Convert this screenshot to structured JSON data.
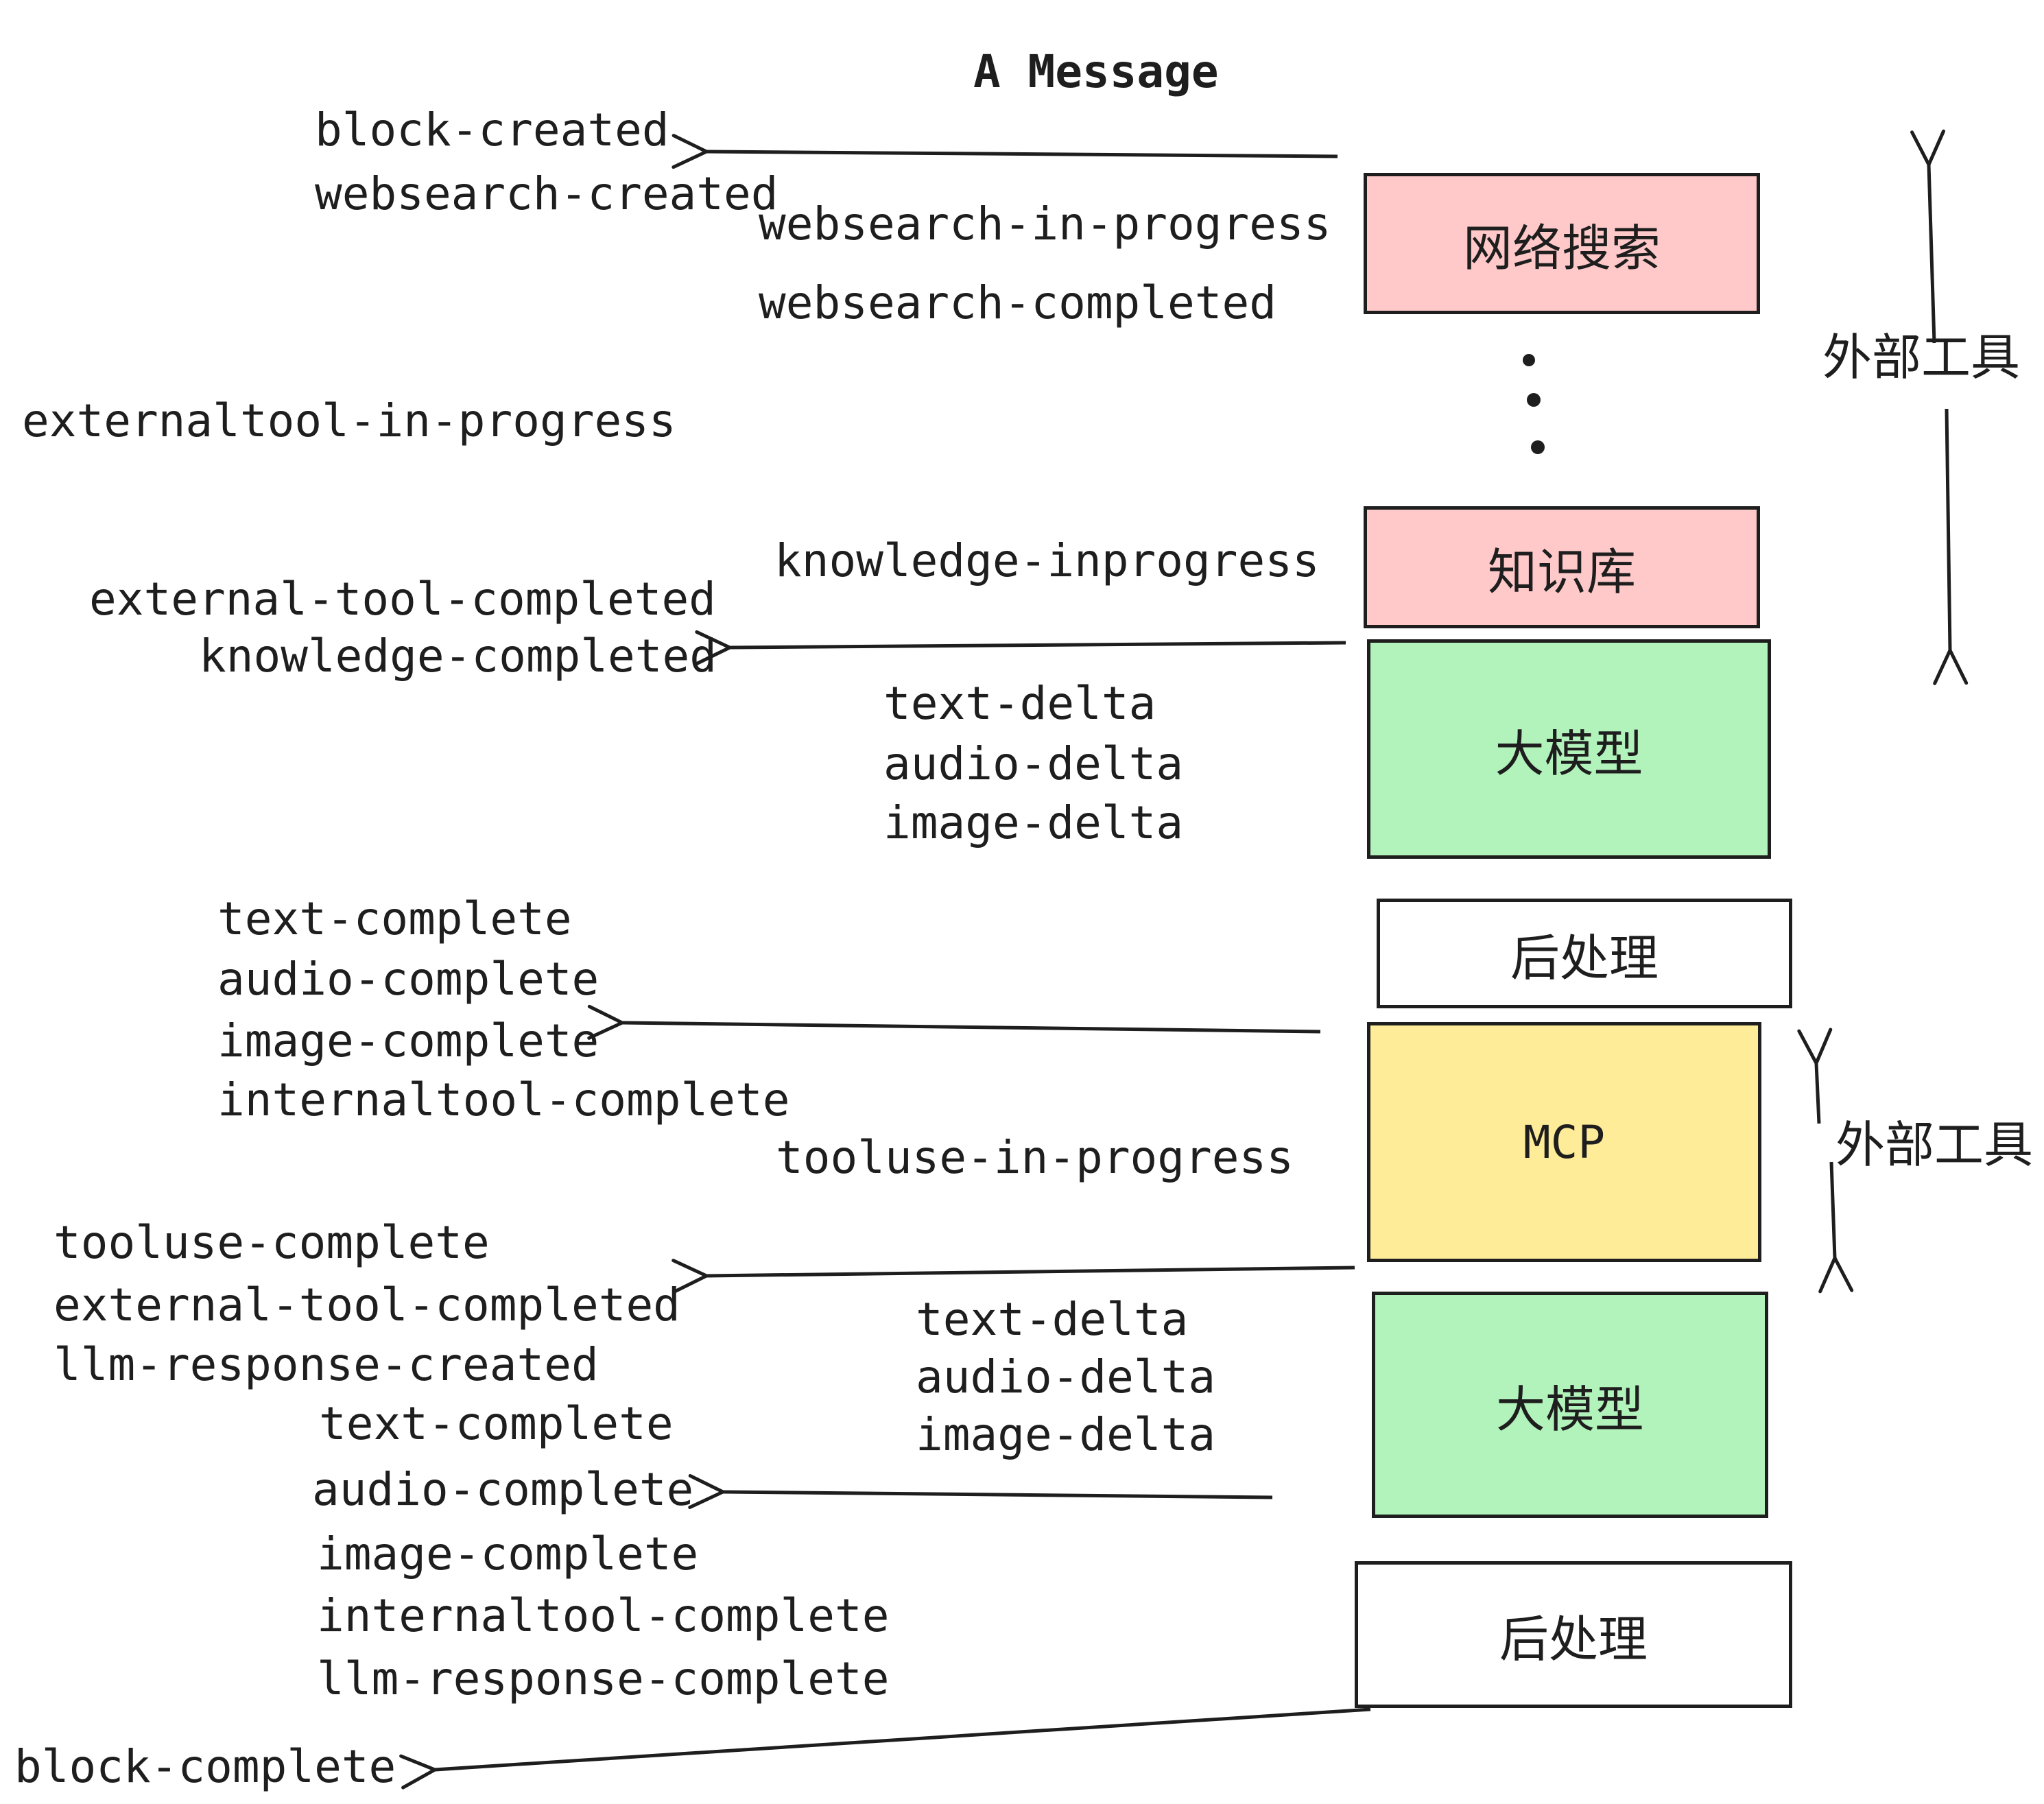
{
  "title": "A Message",
  "colors": {
    "background": "#ffffff",
    "ink": "#1e1e1e",
    "pink_box": "#ffc9c9",
    "green_box": "#b2f2bb",
    "yellow_box": "#ffec99",
    "white_box": "#ffffff"
  },
  "boxes": {
    "websearch": "网络搜索",
    "knowledge": "知识库",
    "llm": "大模型",
    "post": "后处理",
    "mcp": "MCP"
  },
  "side": {
    "external_tools": "外部工具"
  },
  "events": {
    "block_created": "block-created",
    "websearch_created": "websearch-created",
    "websearch_in_progress": "websearch-in-progress",
    "websearch_completed": "websearch-completed",
    "externaltool_in_progress": "externaltool-in-progress",
    "external_tool_completed": "external-tool-completed",
    "knowledge_inprogress": "knowledge-inprogress",
    "knowledge_completed": "knowledge-completed",
    "text_delta": "text-delta",
    "audio_delta": "audio-delta",
    "image_delta": "image-delta",
    "text_complete": "text-complete",
    "audio_complete": "audio-complete",
    "image_complete": "image-complete",
    "internaltool_complete": "internaltool-complete",
    "tooluse_in_progress": "tooluse-in-progress",
    "tooluse_complete": "tooluse-complete",
    "llm_response_created": "llm-response-created",
    "llm_response_complete": "llm-response-complete",
    "block_complete": "block-complete"
  }
}
